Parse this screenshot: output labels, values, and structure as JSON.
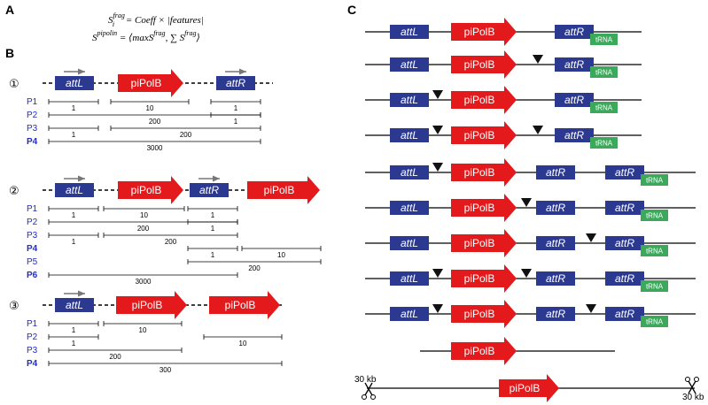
{
  "colors": {
    "att_blue": "#2b3990",
    "pol_red": "#e3191b",
    "trna_green": "#3aaa5a",
    "p_blue": "#1f2dbf",
    "line": "#000000"
  },
  "labels": {
    "panel_a": "A",
    "panel_b": "B",
    "panel_c": "C",
    "attL": "attL",
    "attR": "attR",
    "pol": "piPolB",
    "trna": "tRNA",
    "kb": "30 kb"
  },
  "formula": {
    "line1_lhs": "S",
    "line1_sup": "frag",
    "line1_sub": "i",
    "line1_rhs": " = Coeff × |features|",
    "line2_lhs": "S",
    "line2_sup": "pipolin",
    "line2_rhs_a": " = ⟨max",
    "line2_rhs_b": "S",
    "line2_rhs_c": ", ∑ S",
    "line2_rhs_d": "⟩"
  },
  "scenarios": [
    {
      "marker": "①",
      "rows": [
        {
          "name": "P1",
          "bold": false,
          "scores": [
            "1",
            "10",
            "1"
          ]
        },
        {
          "name": "P2",
          "bold": false,
          "scores": [
            "200",
            "1"
          ]
        },
        {
          "name": "P3",
          "bold": false,
          "scores": [
            "1",
            "200"
          ]
        },
        {
          "name": "P4",
          "bold": true,
          "scores": [
            "3000"
          ]
        }
      ]
    },
    {
      "marker": "②",
      "rows": [
        {
          "name": "P1",
          "bold": false,
          "scores": [
            "1",
            "10",
            "1"
          ]
        },
        {
          "name": "P2",
          "bold": false,
          "scores": [
            "200",
            "1"
          ]
        },
        {
          "name": "P3",
          "bold": false,
          "scores": [
            "1",
            "200"
          ]
        },
        {
          "name": "P4",
          "bold": true,
          "scores": [
            "1",
            "10"
          ]
        },
        {
          "name": "P5",
          "bold": false,
          "scores": [
            "200"
          ]
        },
        {
          "name": "P6",
          "bold": true,
          "scores": [
            "3000"
          ]
        }
      ]
    },
    {
      "marker": "③",
      "rows": [
        {
          "name": "P1",
          "bold": false,
          "scores": [
            "1",
            "10"
          ]
        },
        {
          "name": "P2",
          "bold": false,
          "scores": [
            "1",
            "10"
          ]
        },
        {
          "name": "P3",
          "bold": false,
          "scores": [
            "200"
          ]
        },
        {
          "name": "P4",
          "bold": true,
          "scores": [
            "300"
          ]
        }
      ]
    }
  ]
}
